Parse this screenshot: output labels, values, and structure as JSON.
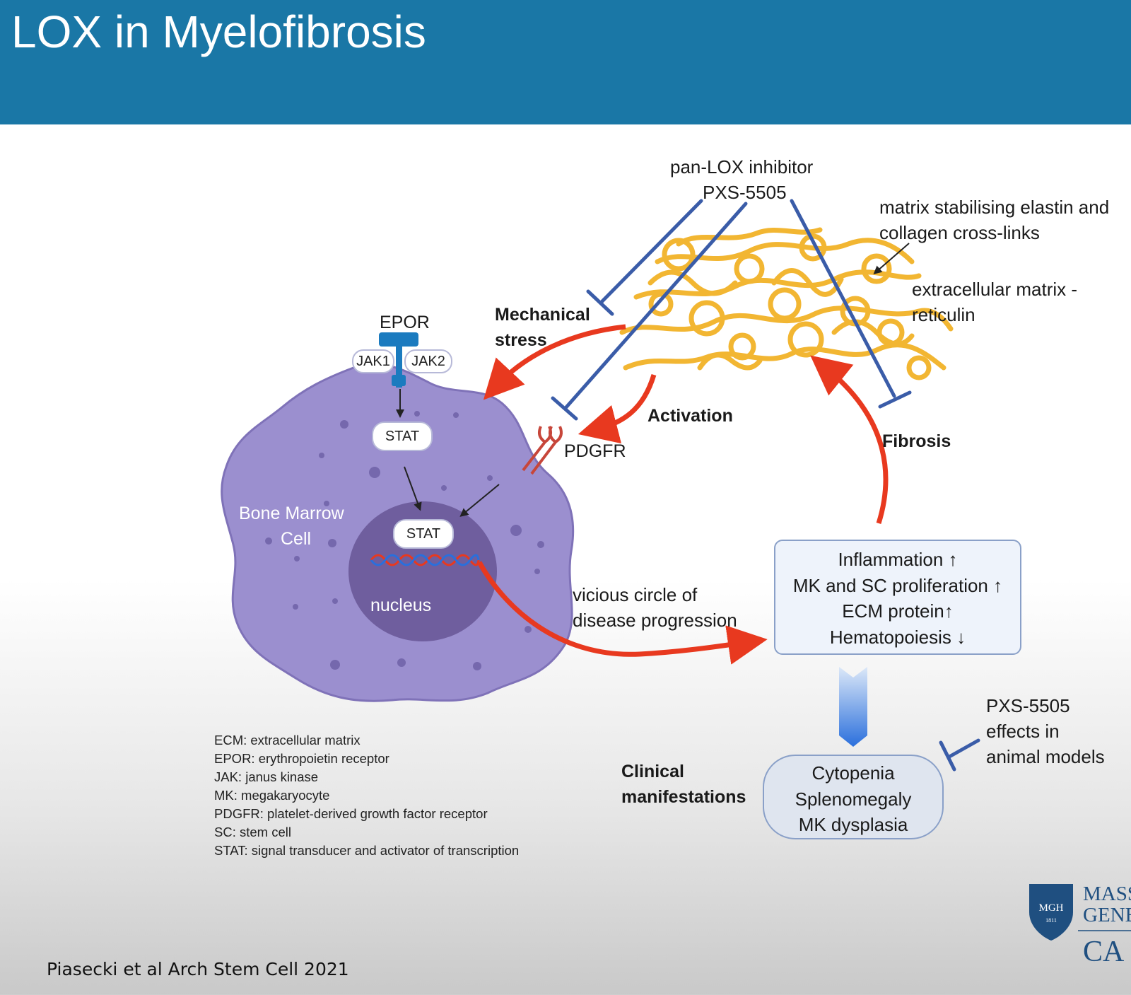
{
  "slide": {
    "title": "LOX in Myelofibrosis",
    "citation": "Piasecki et al Arch Stem Cell 2021"
  },
  "labels": {
    "inhibitor_line1": "pan-LOX inhibitor",
    "inhibitor_line2": "PXS-5505",
    "matrix_stab_line1": "matrix stabilising elastin and",
    "matrix_stab_line2": "collagen cross-links",
    "ecm_line1": "extracellular matrix -",
    "ecm_line2": "reticulin",
    "mech_line1": "Mechanical",
    "mech_line2": "stress",
    "activation": "Activation",
    "fibrosis": "Fibrosis",
    "epor": "EPOR",
    "jak1": "JAK1",
    "jak2": "JAK2",
    "stat_cyto": "STAT",
    "stat_nuc": "STAT",
    "pdgfr": "PDGFR",
    "cell_line1": "Bone Marrow",
    "cell_line2": "Cell",
    "nucleus": "nucleus",
    "vicious_line1": "vicious circle of",
    "vicious_line2": "disease progression",
    "clinical_line1": "Clinical",
    "clinical_line2": "manifestations",
    "pxs_effects_line1": "PXS-5505",
    "pxs_effects_line2": "effects in",
    "pxs_effects_line3": "animal models"
  },
  "effects_box": [
    "Inflammation ↑",
    "MK and SC proliferation ↑",
    "ECM protein↑",
    "Hematopoiesis ↓"
  ],
  "clinical_box": [
    "Cytopenia",
    "Splenomegaly",
    "MK dysplasia"
  ],
  "legend": [
    "ECM: extracellular matrix",
    "EPOR: erythropoietin receptor",
    "JAK: janus kinase",
    "MK: megakaryocyte",
    "PDGFR: platelet-derived growth factor receptor",
    "SC: stem cell",
    "STAT: signal transducer and activator of transcription"
  ],
  "logo": {
    "shield_text": "MGH",
    "shield_year": "1811",
    "line1": "MASS",
    "line2": "GENE",
    "line3": "CA"
  },
  "colors": {
    "title_bar": "#1a77a6",
    "cell": "#9b8fcf",
    "nucleus": "#6f5e9e",
    "red_arrow": "#e8391f",
    "inhibitor": "#3a5ca8",
    "fiber": "#f2b632"
  }
}
